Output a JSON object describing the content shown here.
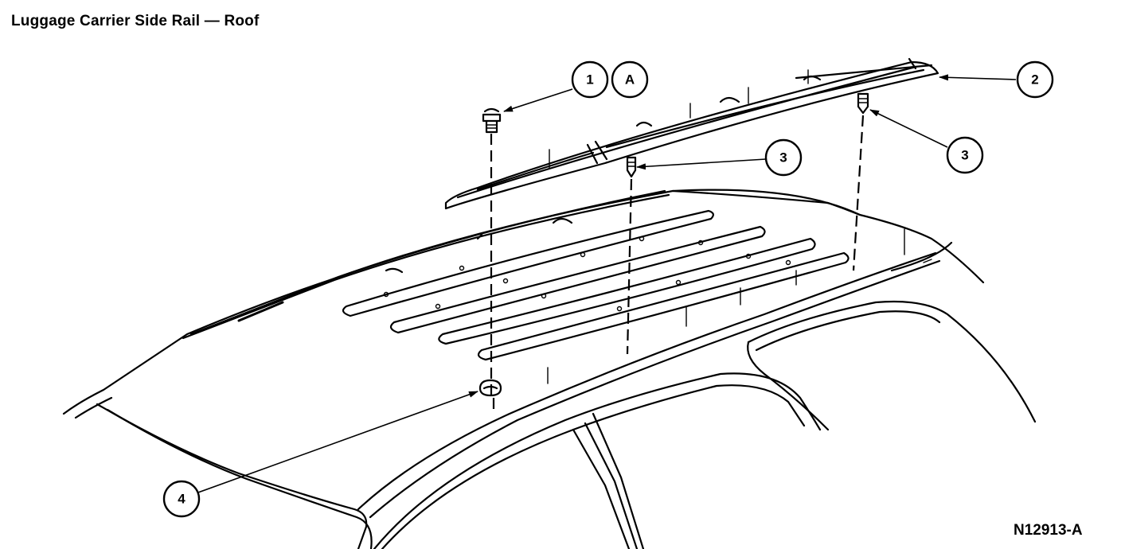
{
  "title": "Luggage Carrier Side Rail — Roof",
  "figure_id": "N12913-A",
  "callouts": [
    {
      "label": "1"
    },
    {
      "label": "A"
    },
    {
      "label": "2"
    },
    {
      "label": "3"
    },
    {
      "label": "3"
    },
    {
      "label": "4"
    }
  ]
}
